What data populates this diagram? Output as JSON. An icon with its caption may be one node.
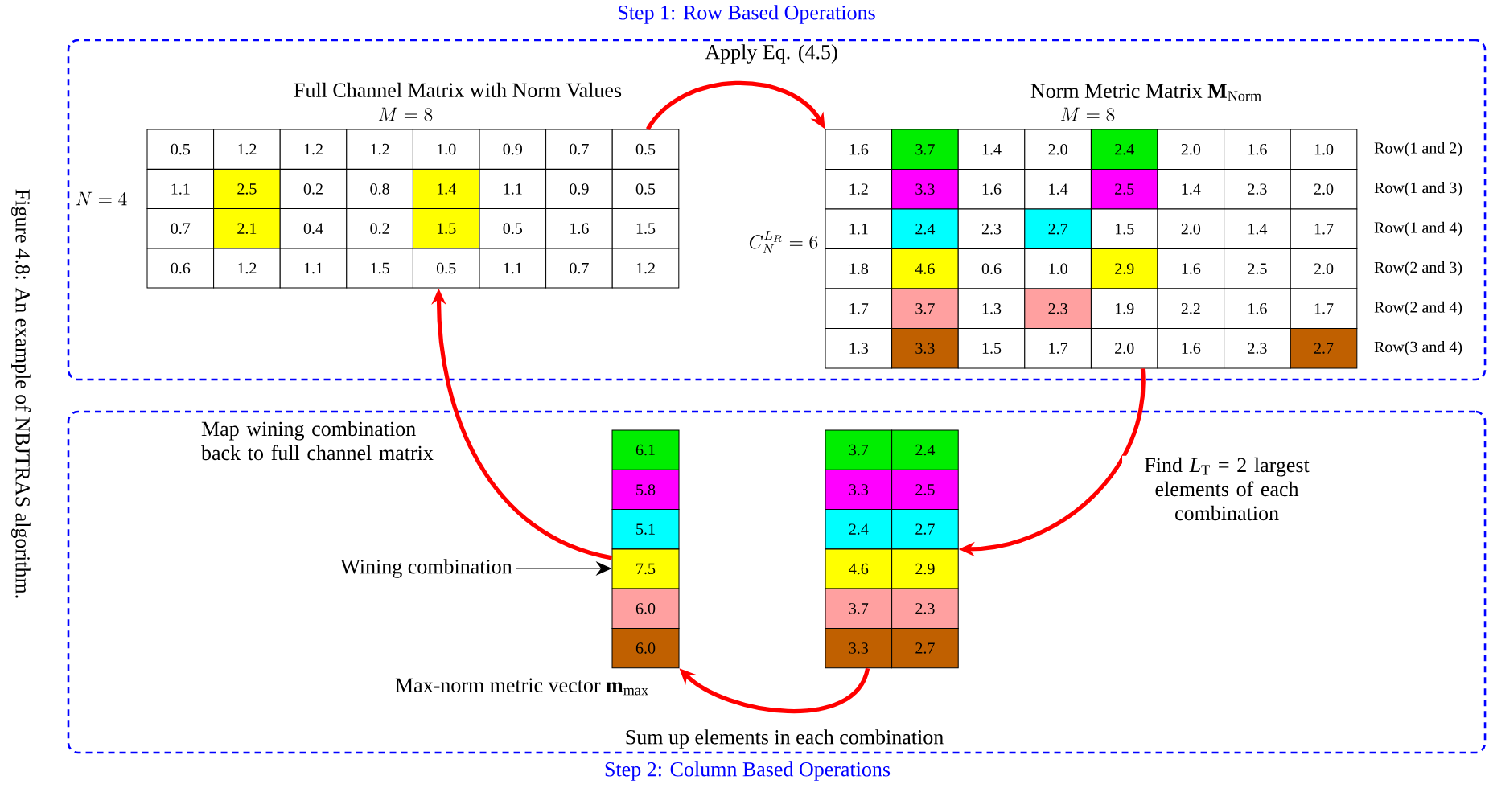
{
  "diagram": {
    "caption": "Figure 4.8: An example of NBJTRAS algorithm.",
    "nodes": [
      {
        "text": [
          "Step 1: Row Based Operations"
        ]
      },
      {
        "text": [
          "Step 2: Column Based Operations"
        ]
      },
      {
        "text": [
          "Full Channel Matrix with Norm Values",
          "M = 8",
          "0.5",
          "1.2",
          "1.2",
          "1.2",
          "1.0",
          "0.9",
          "0.7",
          "0.5",
          "1.1",
          "2.5",
          "0.2",
          "0.8",
          "1.4",
          "1.1",
          "0.9",
          "0.5",
          "0.7",
          "2.1",
          "0.4",
          "0.2",
          "1.5",
          "0.5",
          "1.6",
          "1.5",
          "0.6",
          "1.2",
          "1.1",
          "1.5",
          "0.5",
          "1.1",
          "0.7",
          "1.2"
        ],
        "beside": [
          "N = 4"
        ],
        "in": 0
      },
      {
        "text": [
          "Norm Metric Matrix **M**$_{Norm}$",
          "M = 8",
          "1.6",
          "3.7",
          "1.4",
          "2.0",
          "2.4",
          "2.0",
          "1.6",
          "1.0",
          "1.2",
          "3.3",
          "1.6",
          "1.4",
          "2.5",
          "1.4",
          "2.3",
          "2.0",
          "1.1",
          "2.4",
          "2.3",
          "2.7",
          "1.5",
          "2.0",
          "1.4",
          "1.7",
          "1.8",
          "4.6",
          "0.6",
          "1.0",
          "2.9",
          "1.6",
          "2.5",
          "2.0",
          "1.7",
          "3.7",
          "1.3",
          "2.3",
          "1.9",
          "2.2",
          "1.6",
          "1.7",
          "1.3",
          "3.3",
          "1.5",
          "1.7",
          "2.0",
          "1.6",
          "2.3",
          "2.7"
        ],
        "beside": [
          "C_N^{L_R} = 6",
          "Row(1 and 2)",
          "Row(1 and 3)",
          "Row(1 and 4)",
          "Row(2 and 3)",
          "Row(2 and 4)",
          "Row(3 and 4)"
        ],
        "in": 0
      },
      {
        "text": [
          "6.1",
          "5.8",
          "5.1",
          "7.5",
          "6.0",
          "6.0"
        ],
        "beside": [
          "Max-norm metric vector **m**$_{max}$"
        ],
        "in": 1
      },
      {
        "text": [
          "3.7",
          "2.4",
          "3.3",
          "2.5",
          "2.4",
          "2.7",
          "4.6",
          "2.9",
          "3.7",
          "2.3",
          "3.3",
          "2.7"
        ],
        "in": 1
      },
      {
        "text": [
          "Wining combination"
        ],
        "in": 1
      }
    ],
    "edges": [
      {
        "from": 2,
        "to": 3,
        "arrow": "to",
        "label": "Apply Eq. (4.5)"
      },
      {
        "from": 3,
        "to": 5,
        "arrow": "to",
        "label": "Find *L*$_{T}$ = 2 largest elements of each combination"
      },
      {
        "from": 5,
        "to": 4,
        "arrow": "to",
        "label": "Sum up elements in each combination"
      },
      {
        "from": 4,
        "to": 2,
        "arrow": "to",
        "label": "Map wining combination back to full channel matrix"
      },
      {
        "from": 6,
        "to": 4,
        "arrow": "to",
        "color": "#000000"
      }
    ]
  }
}
